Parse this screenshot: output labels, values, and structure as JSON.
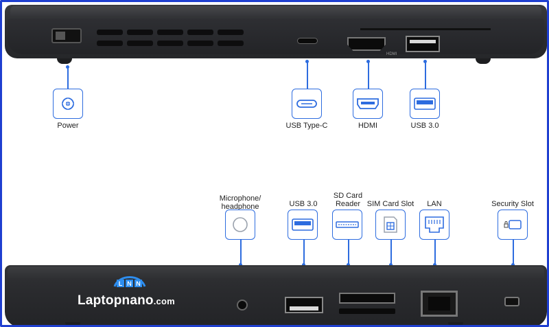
{
  "top_ports": [
    {
      "name": "power",
      "label": "Power",
      "icon": "power-icon"
    },
    {
      "name": "usb-type-c",
      "label": "USB Type-C",
      "icon": "usb-c-icon"
    },
    {
      "name": "hdmi",
      "label": "HDMI",
      "icon": "hdmi-icon"
    },
    {
      "name": "usb-3-top",
      "label": "USB 3.0",
      "icon": "usb-icon"
    }
  ],
  "bottom_ports": [
    {
      "name": "audio",
      "label": "Microphone/\nheadphone",
      "icon": "headphone-jack-icon"
    },
    {
      "name": "usb-3-bottom",
      "label": "USB 3.0",
      "icon": "usb-icon"
    },
    {
      "name": "sd-card",
      "label": "SD Card\nReader",
      "icon": "sd-card-icon"
    },
    {
      "name": "sim-card",
      "label": "SIM Card Slot",
      "icon": "sim-card-icon"
    },
    {
      "name": "lan",
      "label": "LAN",
      "icon": "ethernet-icon"
    },
    {
      "name": "security",
      "label": "Security Slot",
      "icon": "lock-icon"
    }
  ],
  "port_markings": {
    "hdmi": "HDMI"
  },
  "logo": {
    "badge": "LNN",
    "name": "Laptopnano",
    "domain": ".com"
  },
  "colors": {
    "accent": "#2d6cdf",
    "frame": "#1f3fd0",
    "laptop": "#2c2d30"
  }
}
